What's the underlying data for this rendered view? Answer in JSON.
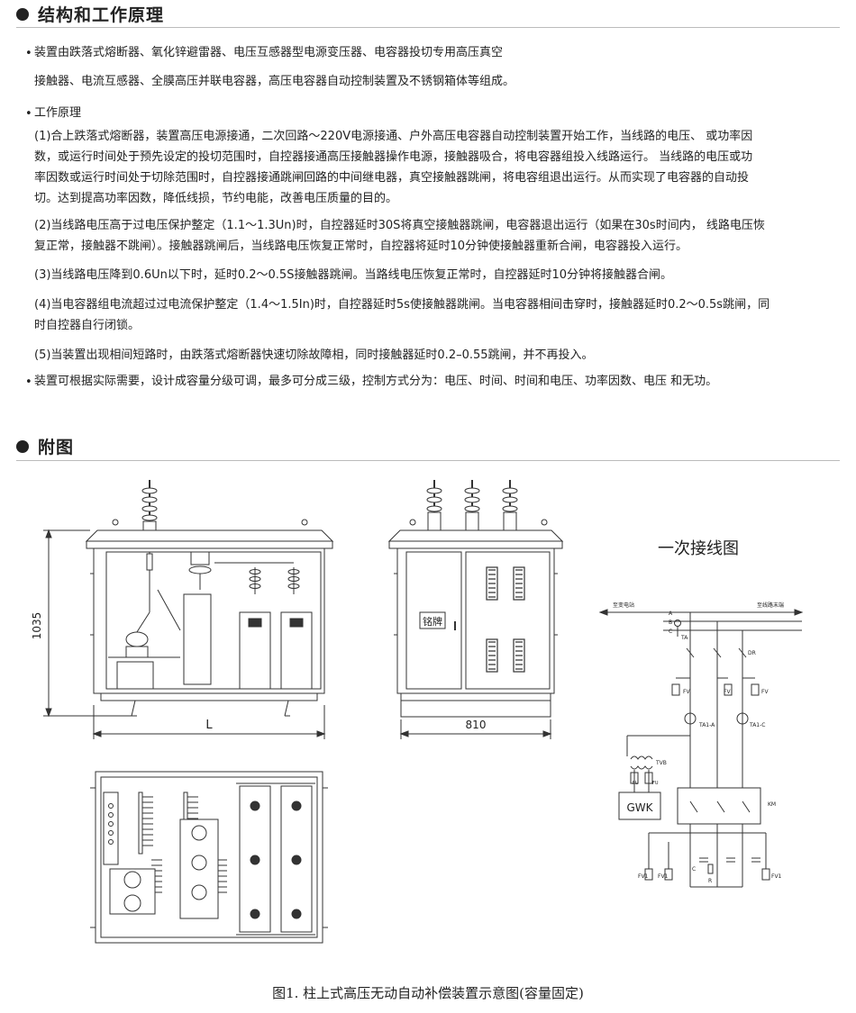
{
  "sections": {
    "principle_title": "结构和工作原理",
    "figure_title": "附图"
  },
  "text": {
    "p1_line1": "装置由跌落式熔断器、氧化锌避雷器、电压互感器型电源变压器、电容器投切专用高压真空",
    "p1_line2": "接触器、电流互感器、全膜高压并联电容器，高压电容器自动控制装置及不锈钢箱体等组成。",
    "p2": "工作原理",
    "p3_line1": "(1)合上跌落式熔断器，装置高压电源接通，二次回路～220V电源接通、户外高压电容器自动控制装置开始工作，当线路的电压、    或功率因",
    "p3_line2": "数，或运行时间处于预先设定的投切范围时，自控器接通高压接触器操作电源，接触器吸合，将电容器组投入线路运行。 当线路的电压或功",
    "p3_line3": "率因数或运行时间处于切除范围时，自控器接通跳闸回路的中间继电器，真空接触器跳闸，将电容组退出运行。从而实现了电容器的自动投",
    "p3_line4": "切。达到提高功率因数，降低线损，节约电能，改善电压质量的目的。",
    "p4_line1": "(2)当线路电压高于过电压保护整定（1.1～1.3Un)时，自控器延时30S将真空接触器跳闸，电容器退出运行（如果在30s时间内，  线路电压恢",
    "p4_line2": "复正常，接触器不跳闸）。接触器跳闸后，当线路电压恢复正常时，自控器将延时10分钟使接触器重新合闸，电容器投入运行。",
    "p5": "(3)当线路电压降到0.6Un以下时，延时0.2～0.5S接触器跳闸。当路线电压恢复正常时，自控器延时10分钟将接触器合闸。",
    "p6_line1": "(4)当电容器组电流超过过电流保护整定（1.4～1.5In)时，自控器延时5s使接触器跳闸。当电容器相间击穿时，接触器延时0.2～0.5s跳闸，同",
    "p6_line2": "时自控器自行闭锁。",
    "p7": "(5)当装置出现相间短路时，由跌落式熔断器快速切除故障相，同时接触器延时0.2–0.55跳闸，并不再投入。",
    "p8": "装置可根据实际需要，设计成容量分级可调，最多可分成三级，控制方式分为：电压、时间、时间和电压、功率因数、电压 和无功。"
  },
  "drawing": {
    "dim_height": "1035",
    "dim_length": "L",
    "dim_width": "810",
    "nameplate": "铭牌",
    "wiring_title": "一次接线图",
    "to_substation": "至变电站",
    "to_line_end": "至线路末端",
    "phase_a": "A",
    "phase_b": "B",
    "phase_c": "C",
    "ta": "TA",
    "dr": "DR",
    "fv": "FV",
    "ta1a": "TA1-A",
    "ta1c": "TA1-C",
    "tvb": "TVB",
    "fu": "FU",
    "gwk": "GWK",
    "km": "KM",
    "fv1": "FV1",
    "c_label": "C",
    "r_label": "R"
  },
  "caption": "图1. 柱上式高压无动自动补偿装置示意图(容量固定)"
}
